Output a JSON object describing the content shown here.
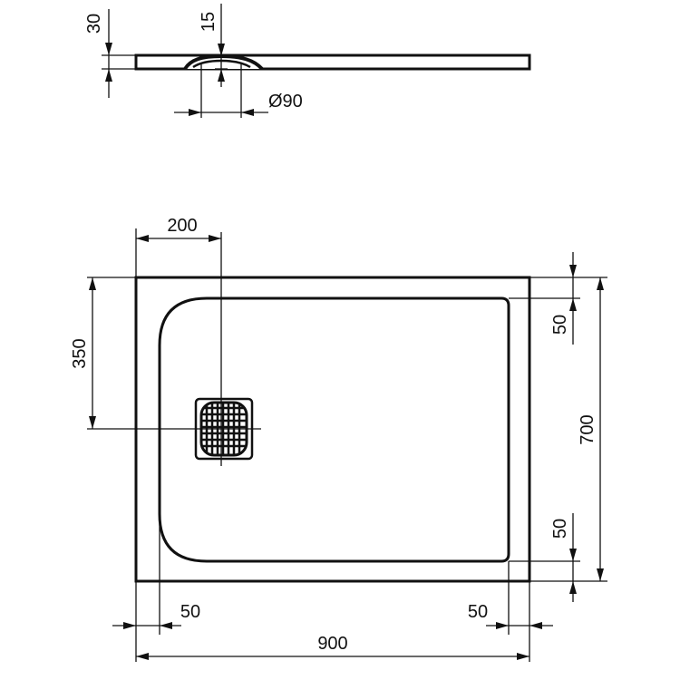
{
  "dimensions": {
    "depth": "30",
    "waste_recess": "15",
    "waste_diameter": "Ø90",
    "waste_offset_x": "200",
    "waste_offset_y": "350",
    "margin_top": "50",
    "margin_bottom": "50",
    "height": "700",
    "margin_left": "50",
    "margin_right": "50",
    "width": "900"
  },
  "colors": {
    "line": "#111111",
    "background": "#ffffff"
  }
}
